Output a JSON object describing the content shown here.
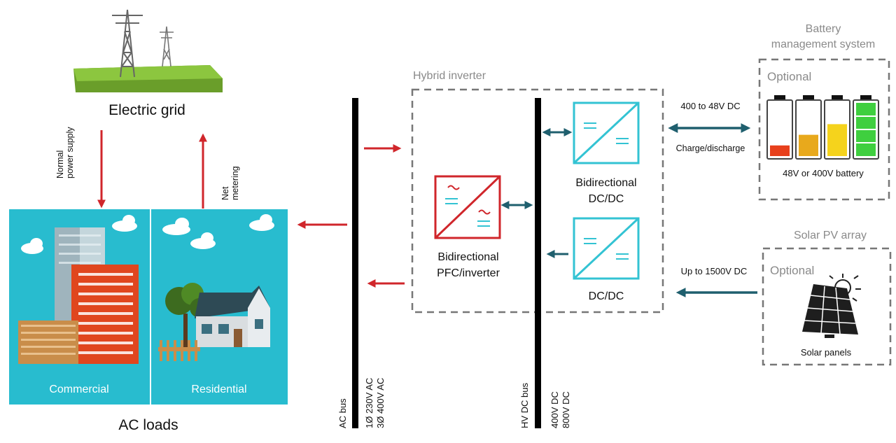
{
  "grid": {
    "label": "Electric grid"
  },
  "arrows": {
    "normal_supply": "Normal power supply",
    "net_metering": "Net metering"
  },
  "loads": {
    "title": "AC loads",
    "commercial": "Commercial",
    "residential": "Residential"
  },
  "ac_bus": {
    "label": "AC bus",
    "spec_line1": "1Ø 230V AC",
    "spec_line2": "3Ø 400V AC"
  },
  "inverter": {
    "title": "Hybrid inverter",
    "pfc_label_line1": "Bidirectional",
    "pfc_label_line2": "PFC/inverter",
    "dcdc_bi_line1": "Bidirectional",
    "dcdc_bi_line2": "DC/DC",
    "dcdc_label": "DC/DC"
  },
  "hv_bus": {
    "label": "HV DC bus",
    "spec_line1": "400V DC",
    "spec_line2": "800V DC"
  },
  "bms": {
    "title_line1": "Battery",
    "title_line2": "management system",
    "optional": "Optional",
    "battery_label": "48V or 400V battery",
    "link_top": "400 to 48V DC",
    "link_bottom": "Charge/discharge",
    "cell_colors": [
      "#e8401c",
      "#e8a91c",
      "#f5d31c",
      "#3fcf3f"
    ],
    "cell_levels": [
      0.2,
      0.4,
      0.6,
      1.0
    ]
  },
  "solar": {
    "title": "Solar PV array",
    "optional": "Optional",
    "panels_label": "Solar panels",
    "link_label": "Up to 1500V DC"
  },
  "colors": {
    "red": "#d0262b",
    "teal": "#1f5f6e",
    "cyan": "#33c3d3",
    "loads_bg": "#28bccf"
  }
}
